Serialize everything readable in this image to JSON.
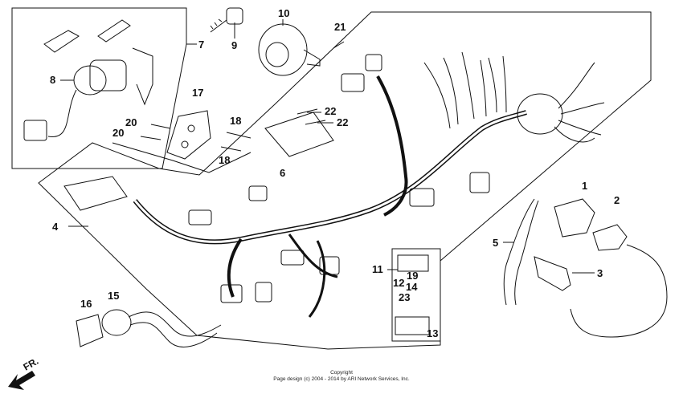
{
  "diagram": {
    "callouts": [
      {
        "id": "c1",
        "text": "1"
      },
      {
        "id": "c2",
        "text": "2"
      },
      {
        "id": "c3",
        "text": "3"
      },
      {
        "id": "c4",
        "text": "4"
      },
      {
        "id": "c5",
        "text": "5"
      },
      {
        "id": "c6",
        "text": "6"
      },
      {
        "id": "c7",
        "text": "7"
      },
      {
        "id": "c8",
        "text": "8"
      },
      {
        "id": "c9",
        "text": "9"
      },
      {
        "id": "c10",
        "text": "10"
      },
      {
        "id": "c11",
        "text": "11"
      },
      {
        "id": "c12",
        "text": "12"
      },
      {
        "id": "c13",
        "text": "13"
      },
      {
        "id": "c14",
        "text": "14"
      },
      {
        "id": "c15",
        "text": "15"
      },
      {
        "id": "c16",
        "text": "16"
      },
      {
        "id": "c17",
        "text": "17"
      },
      {
        "id": "c18a",
        "text": "18"
      },
      {
        "id": "c18b",
        "text": "18"
      },
      {
        "id": "c19",
        "text": "19"
      },
      {
        "id": "c20a",
        "text": "20"
      },
      {
        "id": "c20b",
        "text": "20"
      },
      {
        "id": "c21",
        "text": "21"
      },
      {
        "id": "c22a",
        "text": "22"
      },
      {
        "id": "c22b",
        "text": "22"
      },
      {
        "id": "c23",
        "text": "23"
      }
    ],
    "direction_label": "FR.",
    "copyright_line1": "Copyright",
    "copyright_line2": "Page design (c) 2004 - 2014 by ARI Network Services, Inc."
  }
}
